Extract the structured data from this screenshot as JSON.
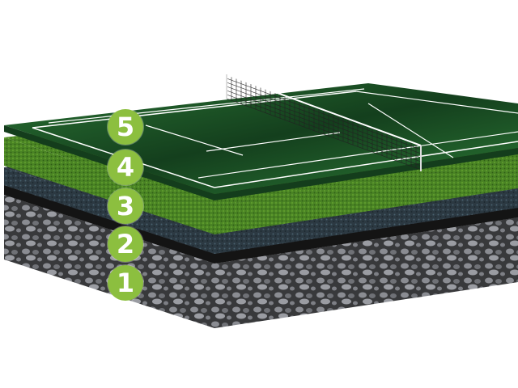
{
  "badges": [
    {
      "label": "5"
    },
    {
      "label": "4"
    },
    {
      "label": "3"
    },
    {
      "label": "2"
    },
    {
      "label": "1"
    }
  ],
  "colors": {
    "badge": "#8cbf3f",
    "court_surface": "#1f5a2a",
    "court_edge": "#143d1c",
    "grass": "#4f8a26",
    "grass_dark": "#2f5c16",
    "cushion": "#2e3a44",
    "cushion_dark": "#1b232a",
    "binder": "#141414",
    "aggregate": "#3a3a3c",
    "aggregate_stone": "#8a8c92",
    "lines": "#ffffff"
  }
}
